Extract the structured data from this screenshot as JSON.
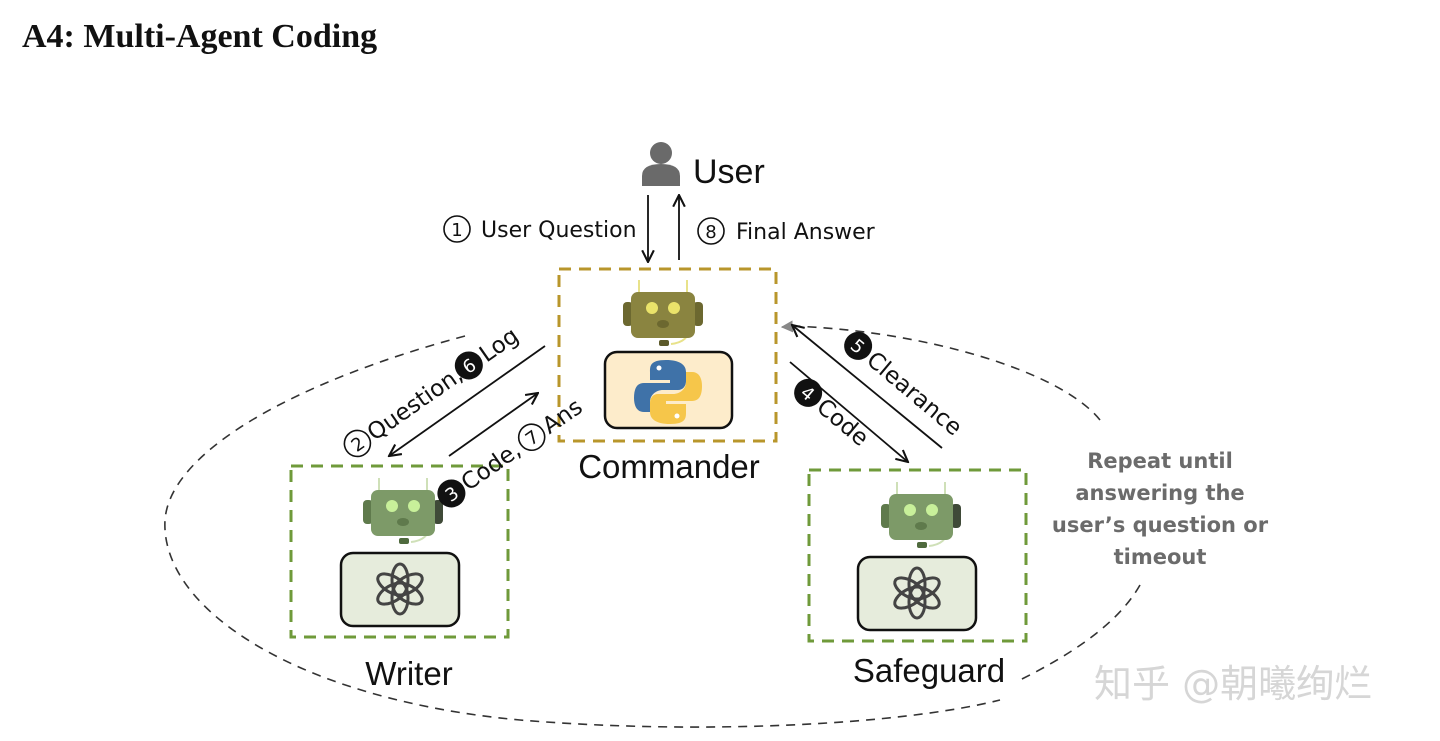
{
  "title": "A4: Multi-Agent Coding",
  "nodes": {
    "user": {
      "label": "User",
      "icon": "person-icon"
    },
    "commander": {
      "label": "Commander",
      "icon": "python-logo-icon",
      "robot_icon": "robot-icon",
      "border_color": "#b8962b"
    },
    "writer": {
      "label": "Writer",
      "icon": "openai-logo-icon",
      "robot_icon": "robot-icon",
      "border_color": "#6f9a3a"
    },
    "safeguard": {
      "label": "Safeguard",
      "icon": "openai-logo-icon",
      "robot_icon": "robot-icon",
      "border_color": "#6f9a3a"
    }
  },
  "edges": {
    "user_question": {
      "num": "1",
      "text": "User Question",
      "style": "outlined"
    },
    "final_answer": {
      "num": "8",
      "text": "Final Answer",
      "style": "outlined"
    },
    "question_log": {
      "num1": "2",
      "text1": "Question,",
      "num2": "6",
      "text2": "Log"
    },
    "code_ans": {
      "num1": "3",
      "text1": "Code,",
      "num2": "7",
      "text2": "Ans"
    },
    "code": {
      "num": "4",
      "text": "Code"
    },
    "clearance": {
      "num": "5",
      "text": "Clearance"
    }
  },
  "loop_note": [
    "Repeat until",
    "answering the",
    "user’s question or",
    "timeout"
  ],
  "watermark": "知乎 @朝曦绚烂",
  "colors": {
    "commander_robot": "#8a8440",
    "worker_robot": "#7d9a68",
    "python_bg": "#fdeccb",
    "openai_bg": "#e6ecdc"
  }
}
